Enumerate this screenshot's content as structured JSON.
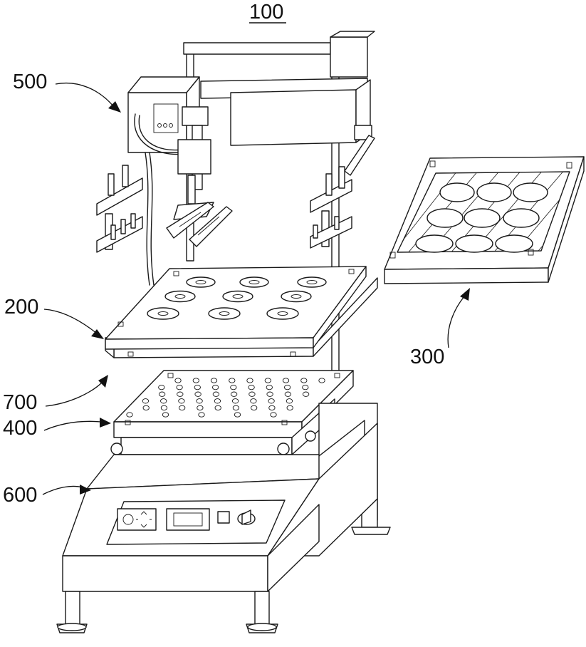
{
  "figure": {
    "title_ref": "100",
    "labels": {
      "module_500": "500",
      "module_200": "200",
      "module_300": "300",
      "module_700": "700",
      "module_400": "400",
      "module_600": "600"
    }
  }
}
